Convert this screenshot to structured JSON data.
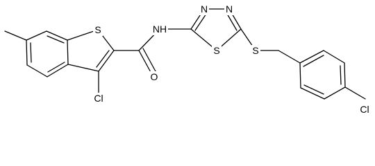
{
  "molecule": {
    "atoms": [
      {
        "id": "S1",
        "label": "S"
      },
      {
        "id": "N_amide",
        "label": "NH"
      },
      {
        "id": "O1",
        "label": "O"
      },
      {
        "id": "Cl1",
        "label": "Cl"
      },
      {
        "id": "N3",
        "label": "N"
      },
      {
        "id": "N4",
        "label": "N"
      },
      {
        "id": "S_ring",
        "label": "S"
      },
      {
        "id": "S_thio",
        "label": "S"
      },
      {
        "id": "Cl2",
        "label": "Cl"
      }
    ],
    "colors": {
      "bond": "#000000",
      "label": "#000000",
      "background": "#ffffff"
    }
  }
}
